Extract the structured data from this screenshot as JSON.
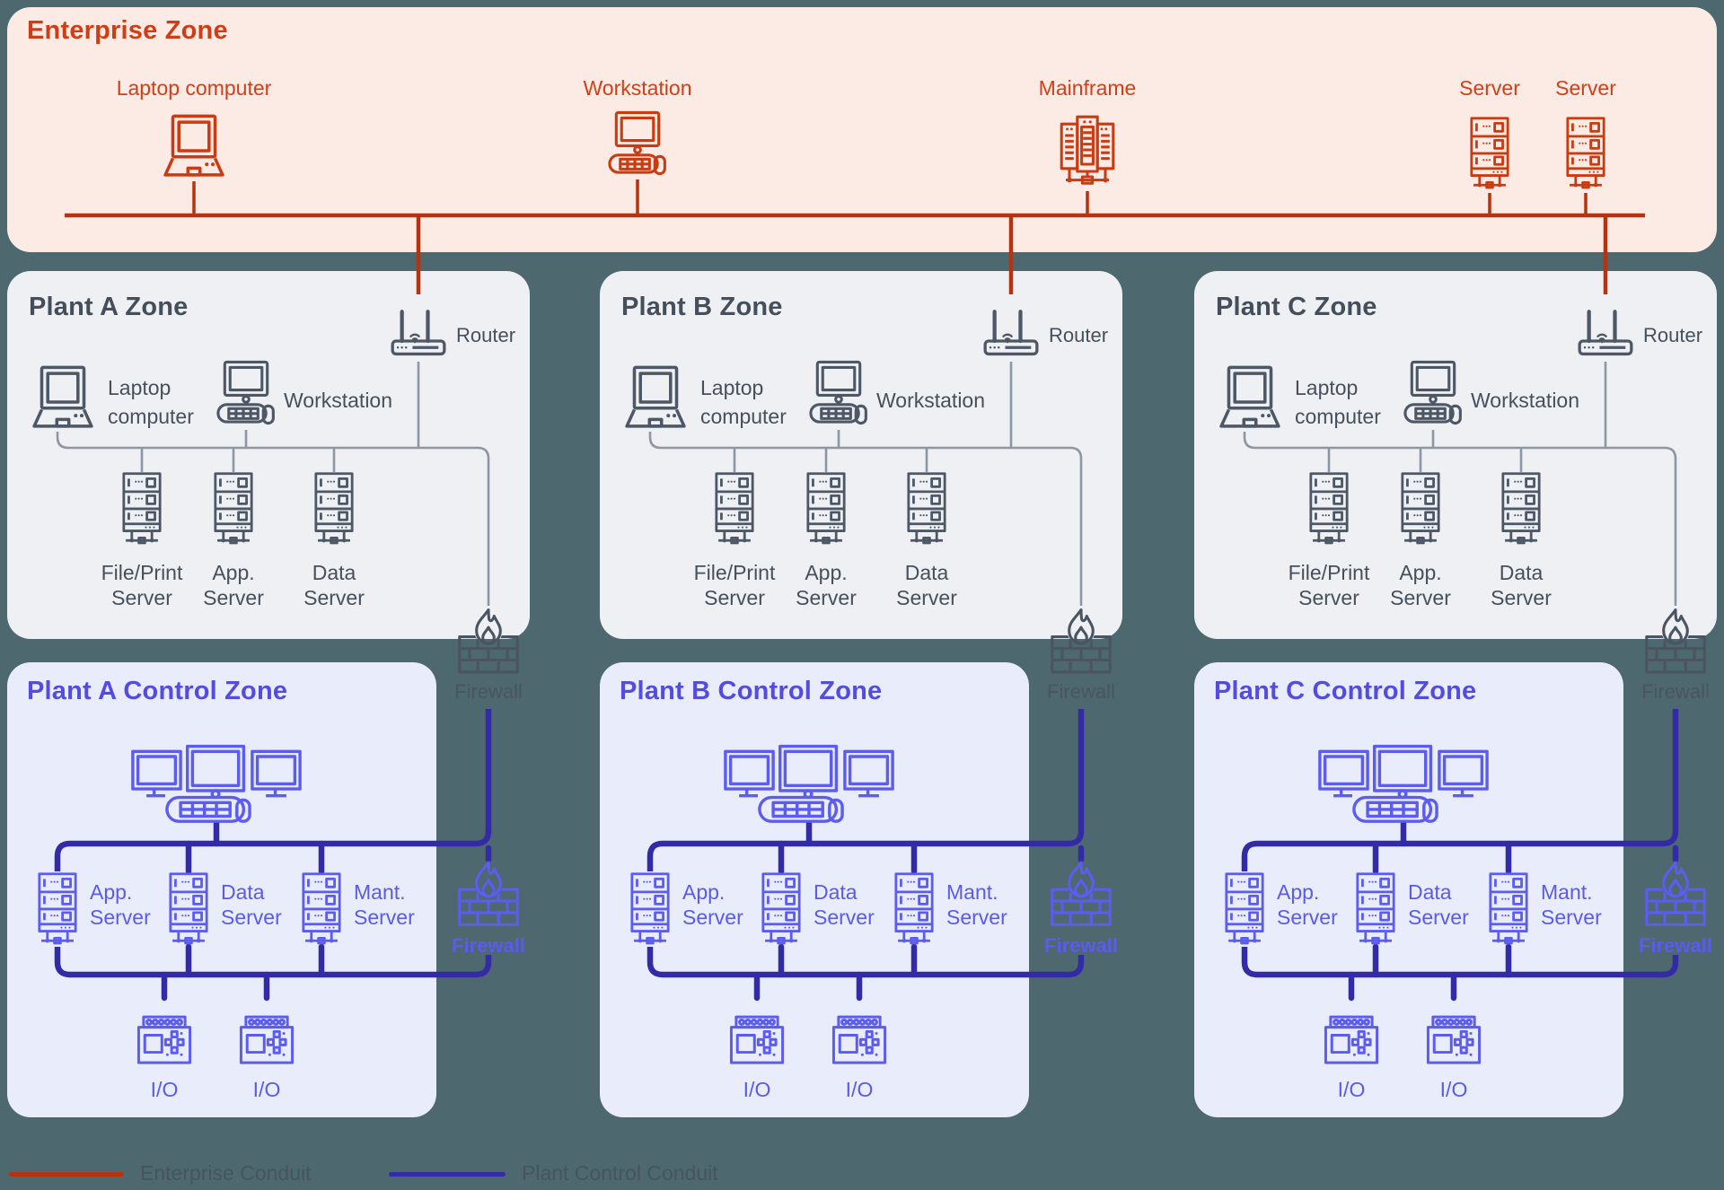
{
  "enterprise": {
    "title": "Enterprise Zone",
    "devices": [
      {
        "label": "Laptop computer"
      },
      {
        "label": "Workstation"
      },
      {
        "label": "Mainframe"
      },
      {
        "label": "Server"
      },
      {
        "label": "Server"
      }
    ]
  },
  "plant_zones": [
    {
      "title": "Plant A Zone",
      "router_label": "Router",
      "laptop_label_1": "Laptop",
      "laptop_label_2": "computer",
      "workstation_label": "Workstation",
      "servers": [
        {
          "l1": "File/Print",
          "l2": "Server"
        },
        {
          "l1": "App.",
          "l2": "Server"
        },
        {
          "l1": "Data",
          "l2": "Server"
        }
      ],
      "firewall_label": "Firewall"
    },
    {
      "title": "Plant B Zone",
      "router_label": "Router",
      "laptop_label_1": "Laptop",
      "laptop_label_2": "computer",
      "workstation_label": "Workstation",
      "servers": [
        {
          "l1": "File/Print",
          "l2": "Server"
        },
        {
          "l1": "App.",
          "l2": "Server"
        },
        {
          "l1": "Data",
          "l2": "Server"
        }
      ],
      "firewall_label": "Firewall"
    },
    {
      "title": "Plant C Zone",
      "router_label": "Router",
      "laptop_label_1": "Laptop",
      "laptop_label_2": "computer",
      "workstation_label": "Workstation",
      "servers": [
        {
          "l1": "File/Print",
          "l2": "Server"
        },
        {
          "l1": "App.",
          "l2": "Server"
        },
        {
          "l1": "Data",
          "l2": "Server"
        }
      ],
      "firewall_label": "Firewall"
    }
  ],
  "control_zones": [
    {
      "title": "Plant A Control Zone",
      "servers": [
        {
          "l1": "App.",
          "l2": "Server"
        },
        {
          "l1": "Data",
          "l2": "Server"
        },
        {
          "l1": "Mant.",
          "l2": "Server"
        }
      ],
      "io_labels": [
        "I/O",
        "I/O"
      ],
      "firewall_label": "Firewall"
    },
    {
      "title": "Plant B Control Zone",
      "servers": [
        {
          "l1": "App.",
          "l2": "Server"
        },
        {
          "l1": "Data",
          "l2": "Server"
        },
        {
          "l1": "Mant.",
          "l2": "Server"
        }
      ],
      "io_labels": [
        "I/O",
        "I/O"
      ],
      "firewall_label": "Firewall"
    },
    {
      "title": "Plant C Control Zone",
      "servers": [
        {
          "l1": "App.",
          "l2": "Server"
        },
        {
          "l1": "Data",
          "l2": "Server"
        },
        {
          "l1": "Mant.",
          "l2": "Server"
        }
      ],
      "io_labels": [
        "I/O",
        "I/O"
      ],
      "firewall_label": "Firewall"
    }
  ],
  "legend": [
    {
      "label": "Enterprise Conduit"
    },
    {
      "label": "Plant Control Conduit"
    }
  ],
  "colors": {
    "background": "#4d686e",
    "enterprise_accent": "#c93b12",
    "enterprise_conduit": "#b5330f",
    "plant_slate": "#4d5765",
    "control_purple": "#5c5cf0",
    "plant_control_conduit": "#332ba6"
  }
}
